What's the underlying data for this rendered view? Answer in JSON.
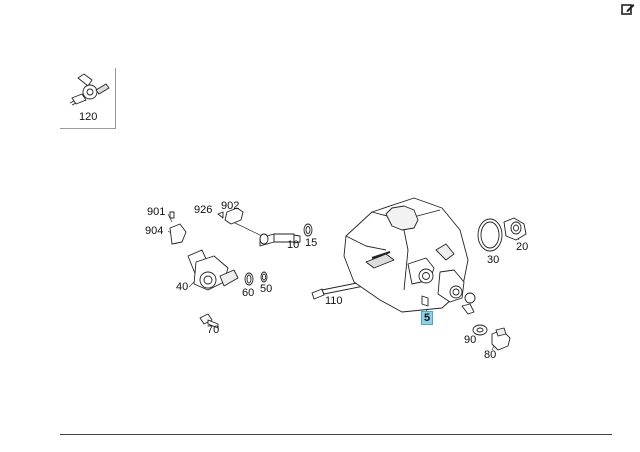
{
  "toolbar": {
    "edit_icon": "edit-icon"
  },
  "thumbnail": {
    "label": "120"
  },
  "callouts": {
    "c901": "901",
    "c926": "926",
    "c902": "902",
    "c904": "904",
    "c10": "10",
    "c15": "15",
    "c30": "30",
    "c20": "20",
    "c40": "40",
    "c60": "60",
    "c50": "50",
    "c110": "110",
    "c5": "5",
    "c70": "70",
    "c90": "90",
    "c80": "80"
  },
  "colors": {
    "highlight": "#8fd0e8",
    "line": "#222222"
  }
}
